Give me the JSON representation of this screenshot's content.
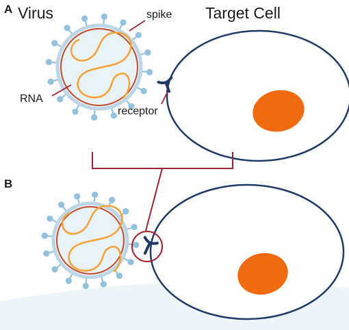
{
  "panels": {
    "a": "A",
    "b": "B"
  },
  "labels": {
    "virus": "Virus",
    "target_cell": "Target Cell",
    "spike": "spike",
    "rna": "RNA",
    "receptor": "receptor"
  },
  "colors": {
    "cell_outline": "#1f3a66",
    "nucleus": "#f06a10",
    "virus_envelope": "#c24a2a",
    "virus_fill": "#e9f2f7",
    "virus_rim": "#bcd6e6",
    "spike": "#93c1de",
    "rna": "#f2a33a",
    "pointer_line": "#9b2335",
    "receptor": "#1f3a66",
    "highlight_circle": "#a5202e"
  }
}
